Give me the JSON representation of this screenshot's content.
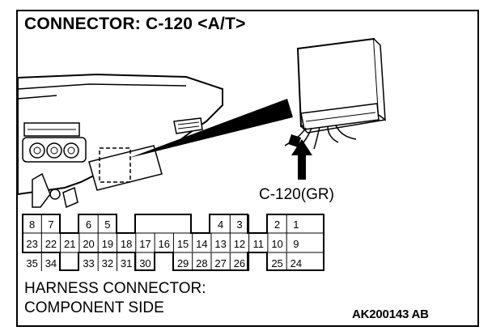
{
  "title": "CONNECTOR: C-120 <A/T>",
  "connector_label": "C-120(GR)",
  "footer": {
    "line1": "HARNESS CONNECTOR:",
    "line2": "COMPONENT SIDE"
  },
  "figure_code": "AK200143 AB",
  "pin_rows": {
    "row1": [
      "8",
      "7",
      "6",
      "5",
      "4",
      "3",
      "2",
      "1"
    ],
    "row2": [
      "23",
      "22",
      "21",
      "20",
      "19",
      "18",
      "17",
      "16",
      "15",
      "14",
      "13",
      "12",
      "11",
      "10",
      "9"
    ],
    "row3": [
      "35",
      "34",
      "33",
      "32",
      "31",
      "30",
      "29",
      "28",
      "27",
      "26",
      "25",
      "24"
    ]
  }
}
